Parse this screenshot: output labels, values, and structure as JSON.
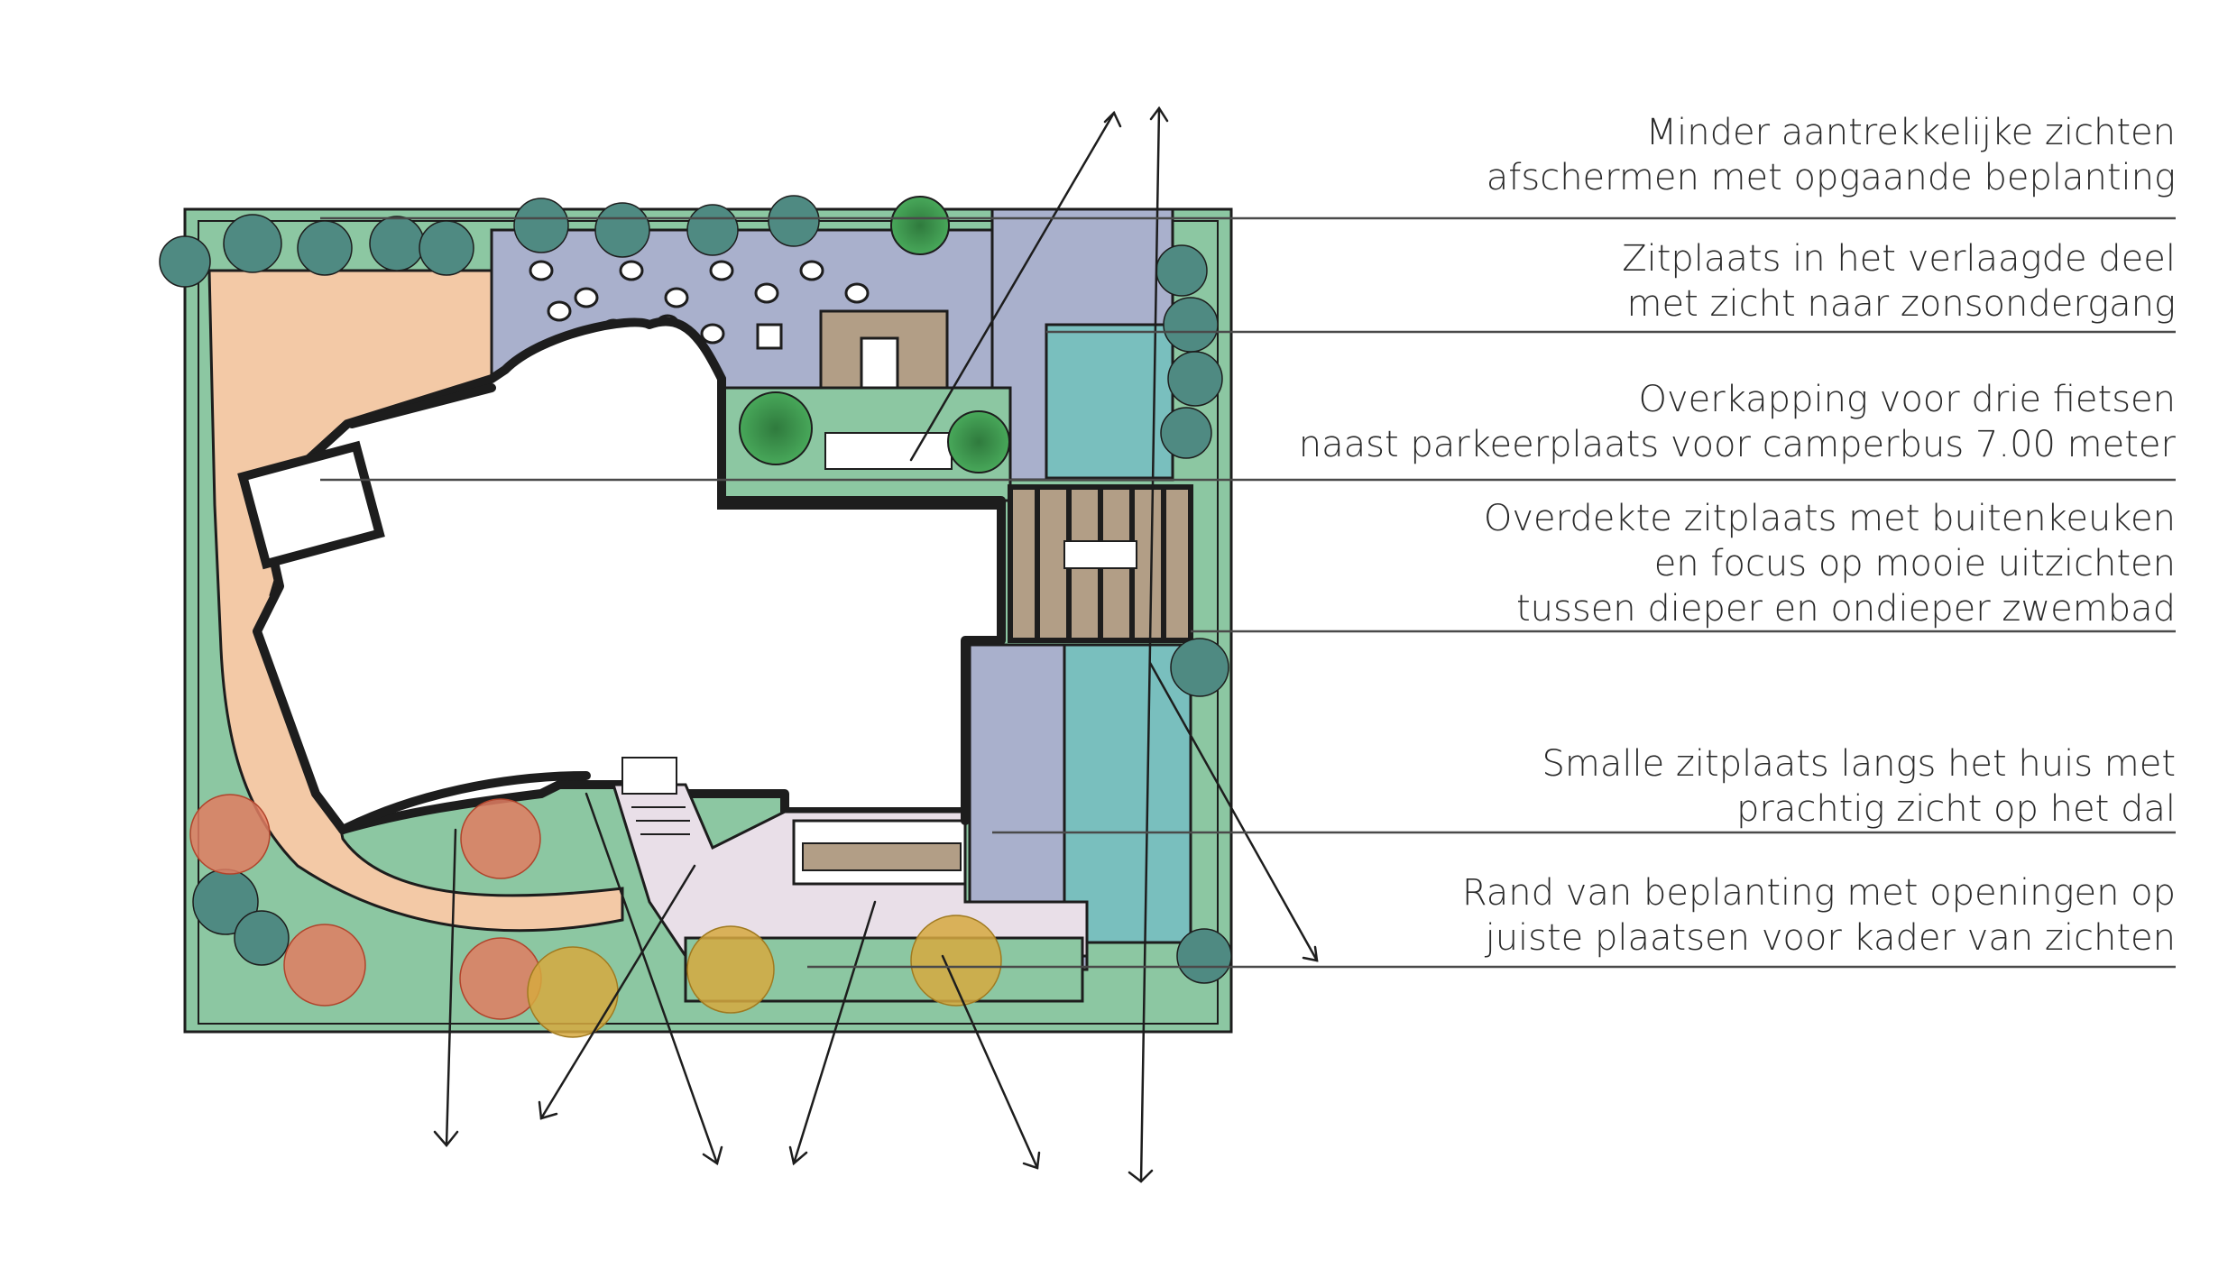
{
  "annotations": [
    {
      "id": "screening",
      "lines": [
        "Minder aantrekkelijke zichten",
        "afschermen met opgaande beplanting"
      ]
    },
    {
      "id": "sunken-seat",
      "lines": [
        "Zitplaats in het verlaagde deel",
        "met zicht naar zonsondergang"
      ]
    },
    {
      "id": "bike-shelter",
      "lines": [
        "Overkapping voor drie fietsen",
        "naast parkeerplaats voor camperbus 7.00 meter"
      ]
    },
    {
      "id": "covered-seat",
      "lines": [
        "Overdekte zitplaats met buitenkeuken",
        "en focus op mooie uitzichten",
        "tussen dieper en ondieper zwembad"
      ]
    },
    {
      "id": "narrow-seat",
      "lines": [
        "Smalle zitplaats langs het huis met",
        "prachtig zicht op het dal"
      ]
    },
    {
      "id": "planting-edge",
      "lines": [
        "Rand van beplanting met openingen op",
        "juiste plaatsen voor kader van zichten"
      ]
    }
  ],
  "colors": {
    "lawn": "#8cc7a2",
    "path": "#f3c9a6",
    "paving": "#a9b0cc",
    "pool": "#79bfbe",
    "deck": "#b29e86",
    "plant": "#4f8a82",
    "tree_green": "#3c9a4d",
    "tree_red": "#e07c62",
    "tree_yellow": "#d6a940",
    "ink": "#1d1d1d"
  }
}
